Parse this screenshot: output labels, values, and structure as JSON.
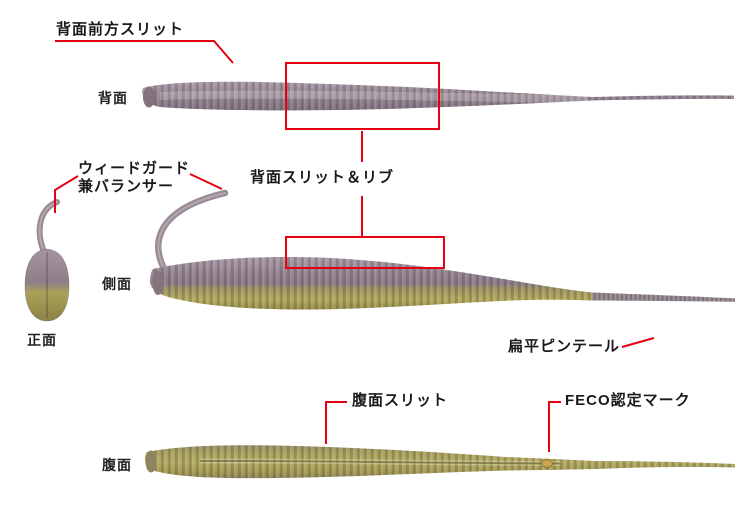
{
  "diagram": {
    "callouts": {
      "back_front_slit": "背面前方スリット",
      "back_slit_rib": "背面スリット＆リブ",
      "weed_guard_line1": "ウィードガード",
      "weed_guard_line2": "兼バランサー",
      "flat_pintail": "扁平ピンテール",
      "belly_slit": "腹面スリット",
      "feco_mark": "FECO認定マーク"
    },
    "view_labels": {
      "back": "背面",
      "side": "側面",
      "front": "正面",
      "belly": "腹面"
    },
    "colors": {
      "callout_red": "#e60012",
      "body_purple": "#9a8a96",
      "belly_olive": "#b0a758",
      "background": "#ffffff"
    }
  }
}
